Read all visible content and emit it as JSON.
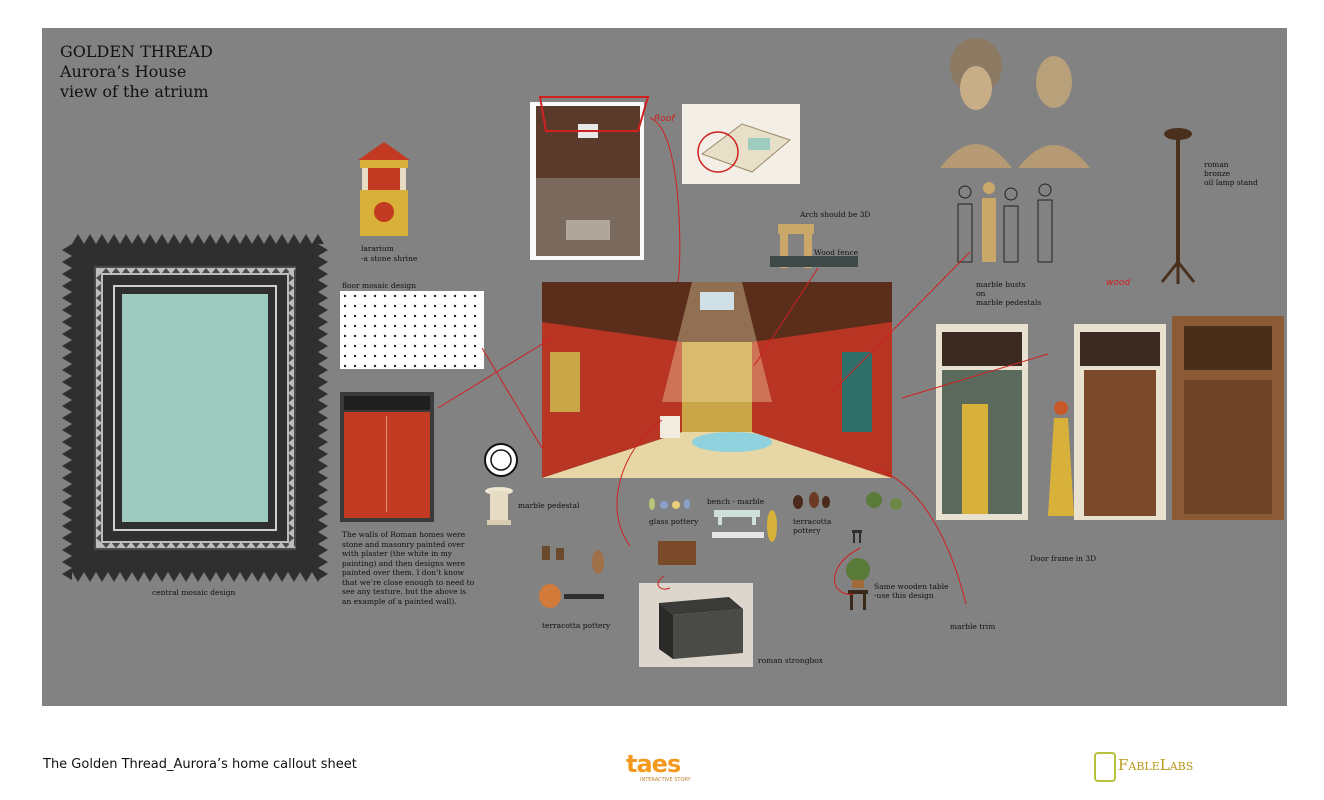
{
  "title": {
    "line1": "GOLDEN THREAD",
    "line2": "Aurora’s House",
    "line3": "view of the atrium"
  },
  "labels": {
    "lararium": "lararium",
    "lararium_sub": "-a stone shrine",
    "floor_mosaic": "floor mosaic design",
    "central_mosaic": "central mosaic design",
    "walls_note": "The walls of Roman homes were stone and masonry painted over with plaster (the white in my painting) and then designs were painted over them. I don’t know that we’re close enough to need to see any texture, but the above is an example of a painted wall).",
    "marble_pedestal": "marble pedestal",
    "terracotta_pottery_left": "terracotta pottery",
    "glass_pottery": "glass pottery",
    "bench_marble": "bench - marble",
    "terracotta_pottery_right": "terracotta\npottery",
    "roman_strongbox": "roman strongbox",
    "same_wooden_table": "Same wooden table\n-use this design",
    "marble_trim": "marble trim",
    "door_frame": "Door frame in 3D",
    "arch_3d": "Arch should be 3D",
    "wood_fence": "Wood fence",
    "marble_busts": "marble busts\non\nmarble pedestals",
    "lamp_stand": "roman\nbronze\noil lamp stand",
    "roof_anno": "Roof",
    "wood_anno": "wood"
  },
  "footer": {
    "caption": "The Golden Thread_Aurora’s home callout sheet",
    "logo_tales": "taes",
    "logo_tales_sub": "INTERACTIVE STORY",
    "logo_fablelabs": "FableLabs"
  },
  "colors": {
    "board": "#828282",
    "mosaic_center": "#9ecbbf",
    "mosaic_dark": "#2f2f2f",
    "roman_red": "#c23a22",
    "roman_yellow": "#d8b13a",
    "annotation_red": "#d02020"
  }
}
